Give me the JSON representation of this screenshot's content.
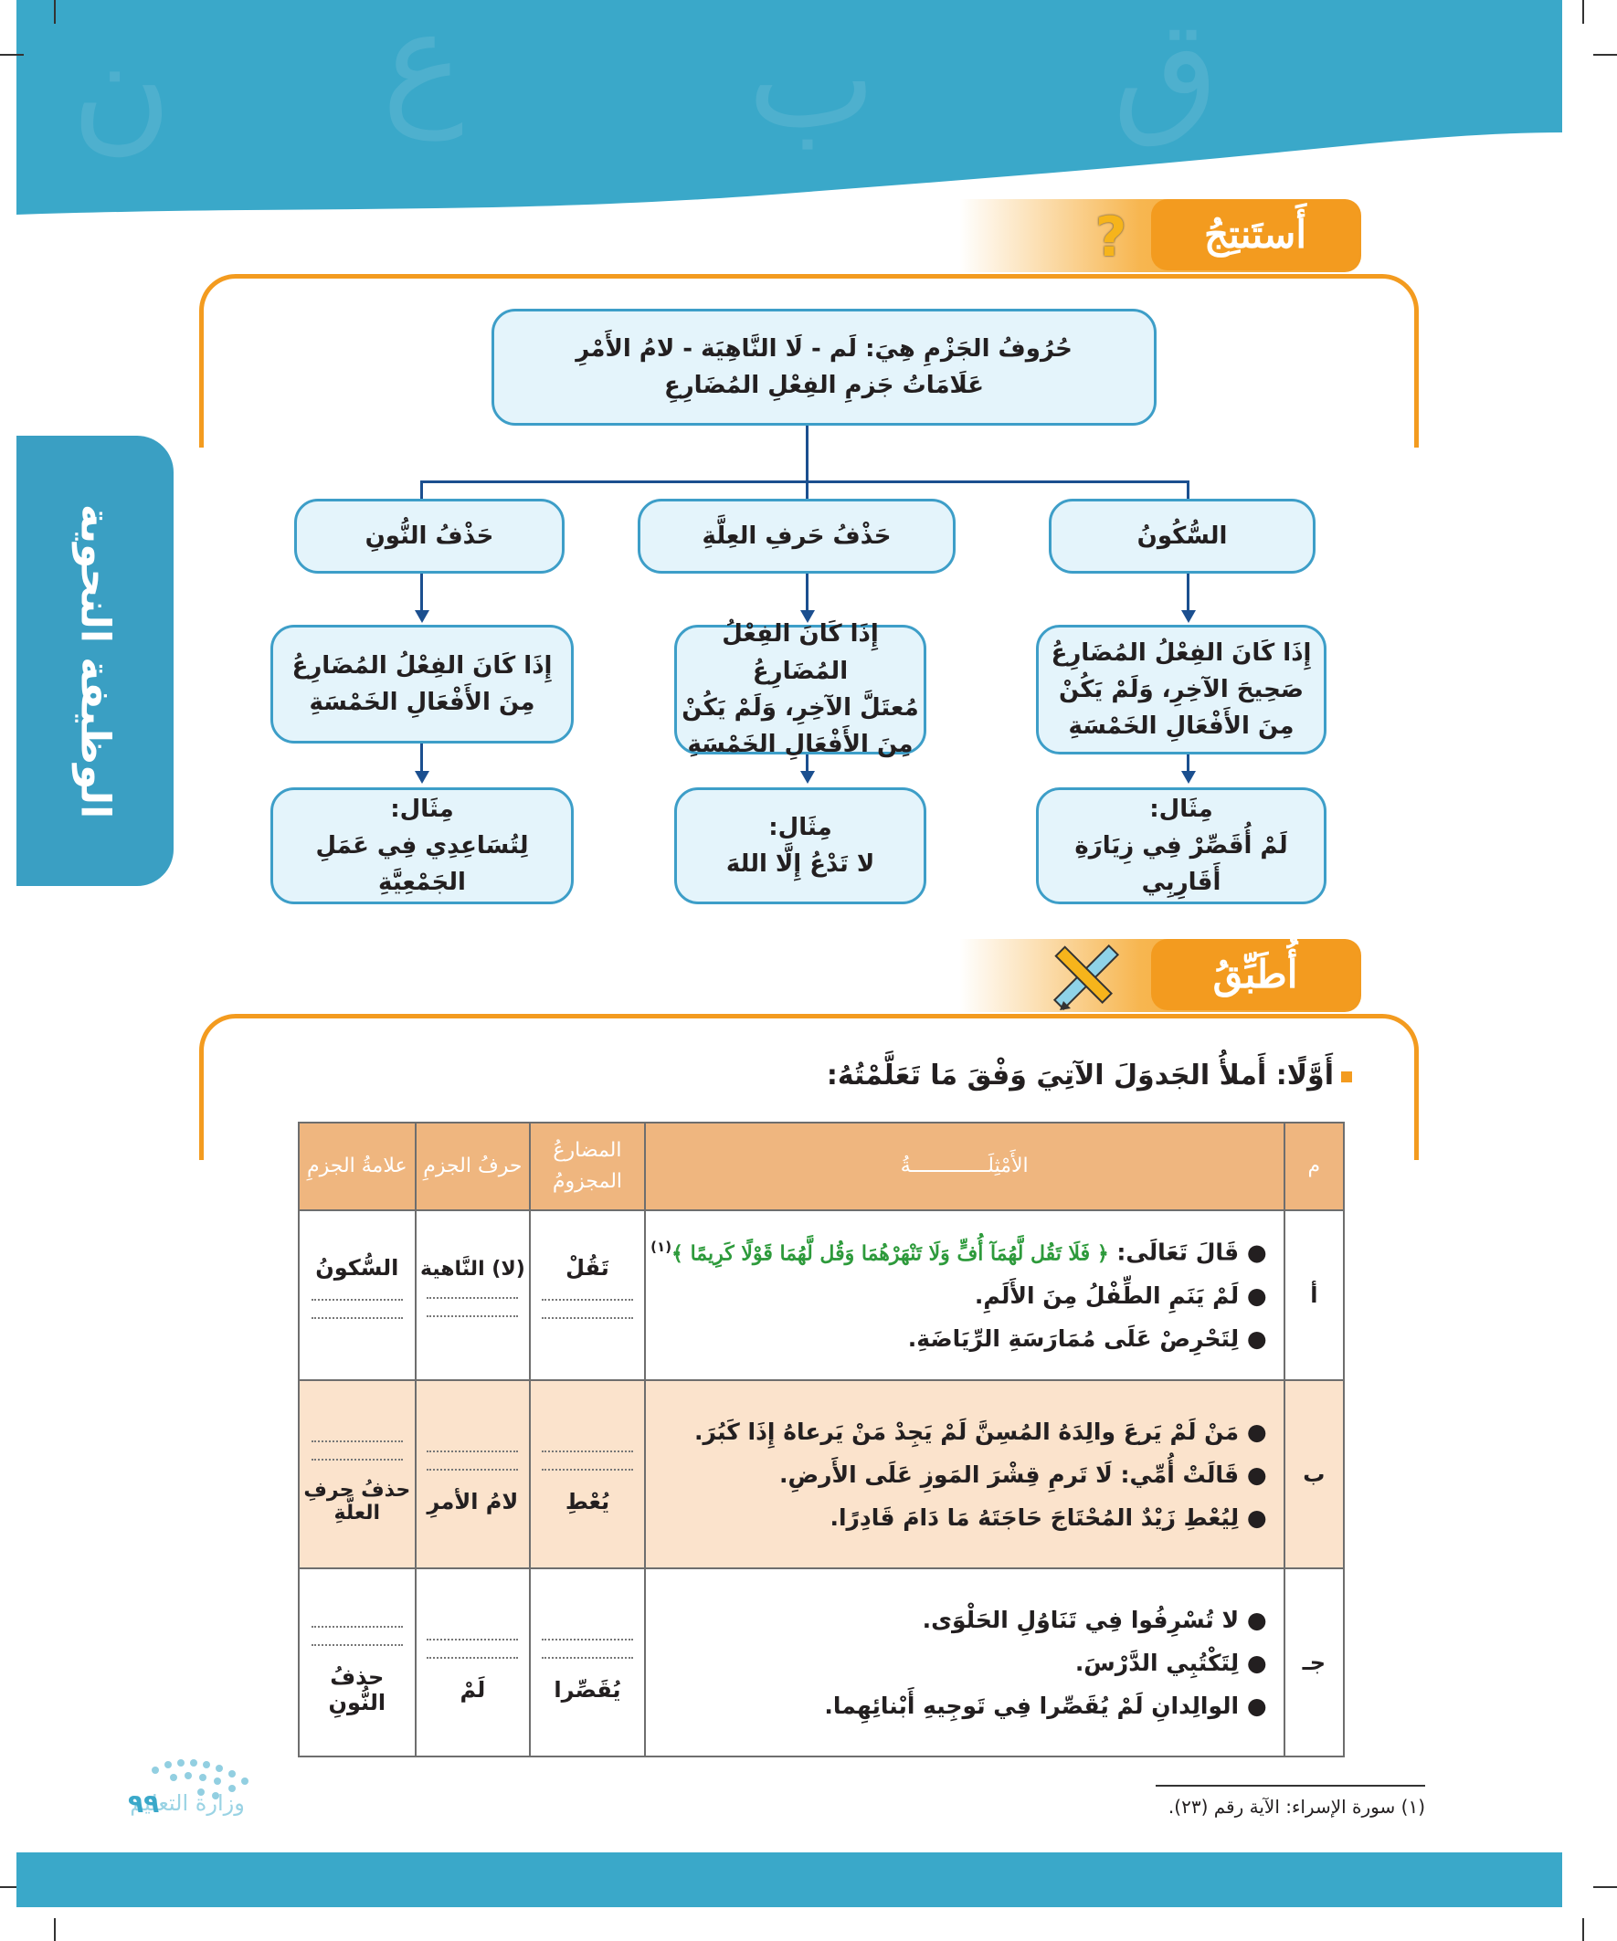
{
  "side_tab": "الوظيفة النحوية",
  "conclude": {
    "title": "أَستَنتِجُ",
    "icon": "?",
    "root_line1": "حُرُوفُ الجَزْمِ هِيَ: لَم - لَا النَّاهِيَة - لامُ الأَمْرِ",
    "root_line2": "عَلَامَاتُ جَزمِ الفِعْلِ المُضَارِعِ",
    "branches": [
      {
        "title": "السُّكُونُ",
        "cond": [
          "إِذَا كَانَ الفِعْلُ المُضَارِعُ",
          "صَحِيحَ الآخِرِ، وَلَمْ يَكُنْ",
          "مِنَ الأَفْعَالِ الخَمْسَةِ"
        ],
        "example_label": "مِثَال:",
        "example": "لَمْ أُقَصِّرْ فِي زِيَارَةِ أَقَارِبِي"
      },
      {
        "title": "حَذْفُ حَرفِ العِلَّةِ",
        "cond": [
          "إِذَا كَانَ الفِعْلُ المُضَارِعُ",
          "مُعتَلَّ الآخِرِ، وَلَمْ يَكُنْ",
          "مِنَ الأَفْعَالِ الخَمْسَةِ"
        ],
        "example_label": "مِثَال:",
        "example": "لا تَدْعُ إِلَّا اللهَ"
      },
      {
        "title": "حَذْفُ النُّونِ",
        "cond": [
          "إِذَا كَانَ الفِعْلُ المُضَارِعُ",
          "مِنَ الأَفْعَالِ الخَمْسَةِ"
        ],
        "example_label": "مِثَال:",
        "example": "لِتُسَاعِدِي فِي عَمَلِ الجَمْعِيَّةِ"
      }
    ]
  },
  "apply": {
    "title": "أُطَبِّقُ",
    "instruction": "أَوَّلًا: أَملأُ الجَدوَلَ الآتِيَ وَفْقَ مَا تَعَلَّمْتُهُ:",
    "headers": {
      "m": "م",
      "examples": "الأَمْثِلَـــــــــــــةُ",
      "verb": "المضارعُ المجزومُ",
      "letter": "حرفُ الجزمِ",
      "sign": "علامةُ الجزمِ"
    },
    "rows": [
      {
        "m": "أ",
        "examples": [
          "● قَالَ تَعَالَى: ",
          "● لَمْ يَنَمِ الطِّفْلُ مِنَ الأَلَمِ.",
          "● لِتَحْرِصْ عَلَى مُمَارَسَةِ الرِّيَاضَةِ."
        ],
        "quran": "﴿ فَلَا تَقُل لَّهُمَآ أُفٍّ وَلَا تَنْهَرْهُمَا وَقُل لَّهُمَا قَوْلًا كَرِيمًا ﴾",
        "footnote_ref": "(١)",
        "verb": "تَقُلْ",
        "letter": "(لا) النَّاهية",
        "sign": "السُّكونُ"
      },
      {
        "m": "ب",
        "examples": [
          "● مَنْ لَمْ يَرعَ والِدَهُ المُسِنَّ لَمْ يَجِدْ مَنْ يَرعاهُ إِذَا كَبُرَ.",
          "● قَالَتْ أُمِّي: لَا تَرمِ قِشْرَ المَوزِ عَلَى الأَرضِ.",
          "● لِيُعْطِ زَيْدٌ المُحْتَاجَ حَاجَتَهُ مَا دَامَ قَادِرًا."
        ],
        "verb": "يُعْطِ",
        "letter": "لامُ الأمرِ",
        "sign": "حذفُ حرفِ العلَّةِ"
      },
      {
        "m": "جـ",
        "examples": [
          "● لا تُسْرِفُوا فِي تَنَاوُلِ الحَلْوَى.",
          "● لِتَكْتُبِي الدَّرْسَ.",
          "● الوالِدانِ لَمْ يُقَصِّرا فِي تَوجِيهِ أَبْنائِهِما."
        ],
        "verb": "يُقَصِّرا",
        "letter": "لَمْ",
        "sign": "حذفُ النُّونِ"
      }
    ]
  },
  "footnote": "(١) سورة الإسراء: الآية رقم (٢٣).",
  "page_number": "٩٩",
  "ministry": "وزارة التعليم",
  "colors": {
    "banner": "#3aa8c9",
    "orange": "#f39b1f",
    "box_fill": "#e4f4fb",
    "box_border": "#3d9ec8",
    "quran": "#2d9a3b"
  }
}
